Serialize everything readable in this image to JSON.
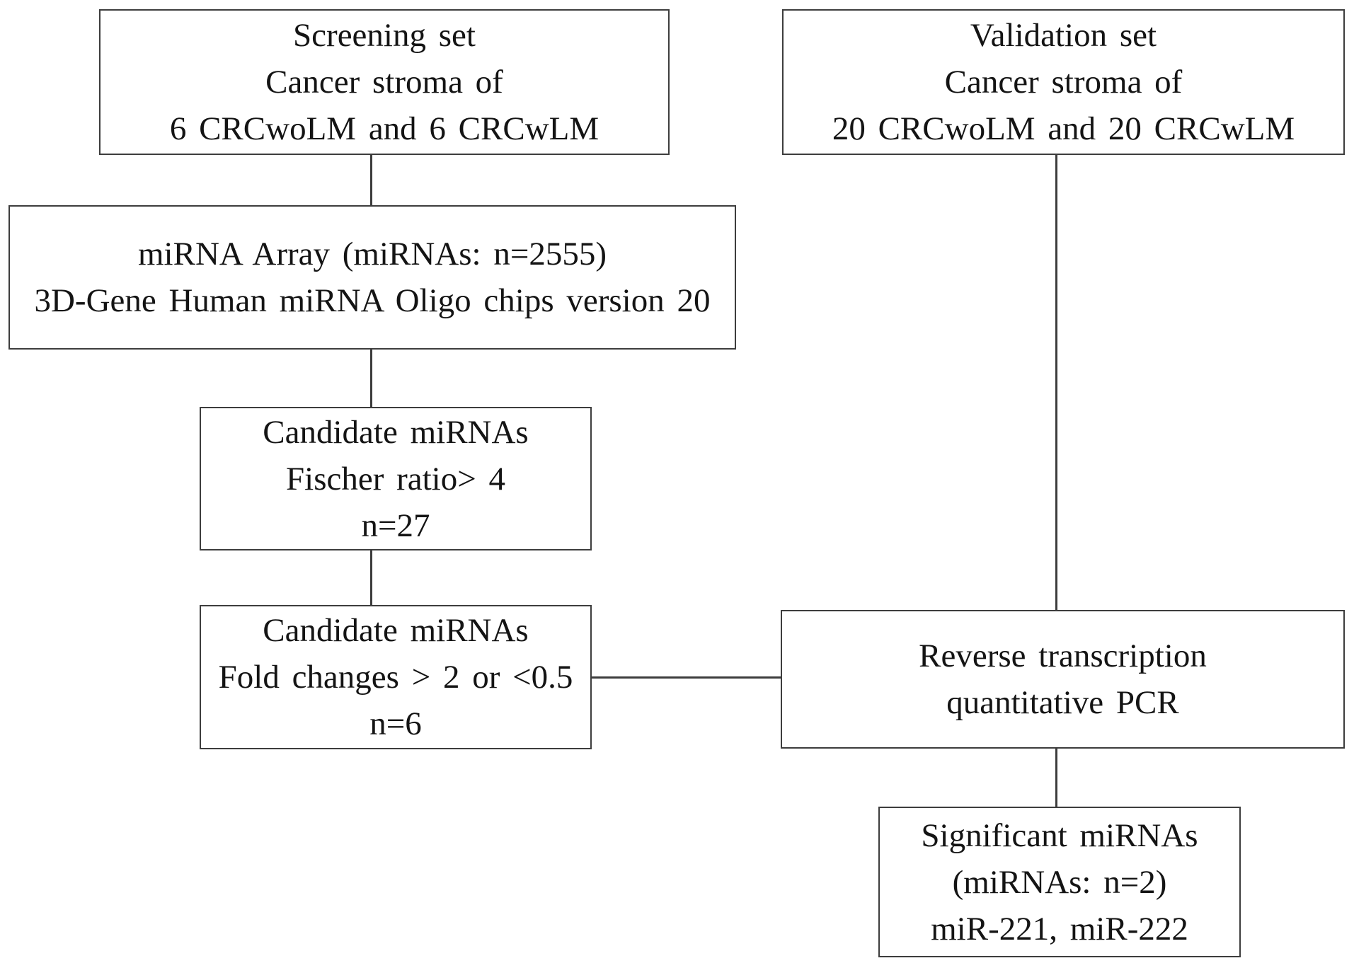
{
  "colors": {
    "bg": "#ffffff",
    "border": "#3d3d3d",
    "text": "#141414",
    "connector": "#3d3d3d"
  },
  "boxes": {
    "screening_set": {
      "lines": [
        "Screening set",
        "Cancer stroma of",
        "6 CRCwoLM and 6 CRCwLM"
      ]
    },
    "validation_set": {
      "lines": [
        "Validation set",
        "Cancer stroma of",
        "20 CRCwoLM and 20 CRCwLM"
      ]
    },
    "mirna_array": {
      "lines": [
        "miRNA Array (miRNAs: n=2555)",
        "3D-Gene Human miRNA Oligo chips version 20"
      ]
    },
    "candidate_mirnas_fischer": {
      "lines": [
        "Candidate miRNAs",
        "Fischer ratio> 4",
        "n=27"
      ]
    },
    "candidate_mirnas_fold": {
      "lines": [
        "Candidate miRNAs",
        "Fold changes > 2 or <0.5",
        "n=6"
      ]
    },
    "rt_qpcr": {
      "lines": [
        "Reverse transcription",
        "quantitative PCR"
      ]
    },
    "significant_mirnas": {
      "lines": [
        "Significant miRNAs",
        "(miRNAs: n=2)",
        "miR-221, miR-222"
      ]
    }
  }
}
